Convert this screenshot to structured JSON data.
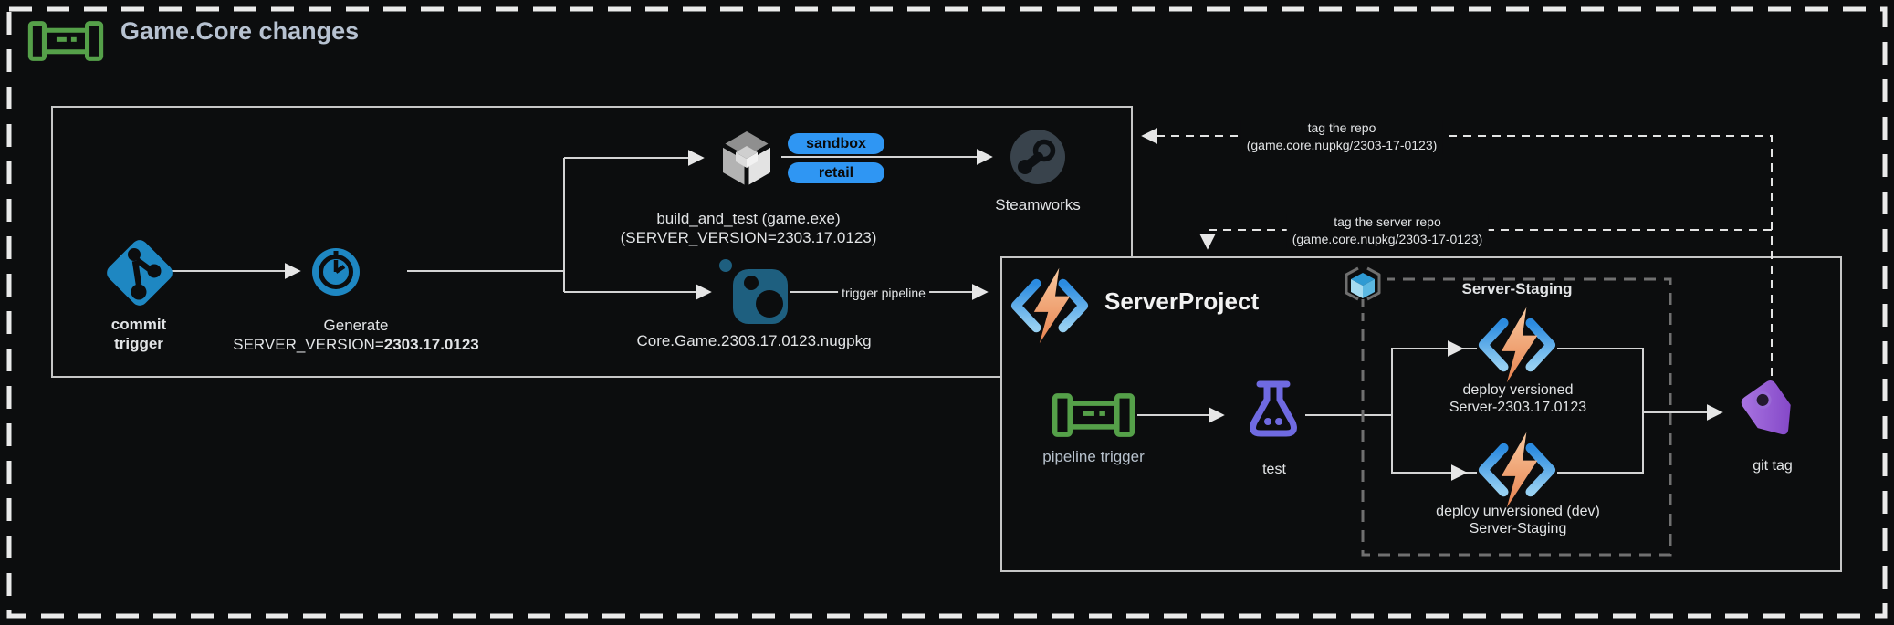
{
  "title": "Game.Core changes",
  "colors": {
    "background": "#0c0d0e",
    "box_border": "#c6c6c6",
    "dashed_outer": "#eaeaea",
    "dashed_gray": "#707070",
    "green": "#55a049",
    "blue": "#1e87c2",
    "badge_blue": "#2f96f3",
    "nuget_blue": "#1e5f7f",
    "flask_purple": "#6f6ae1",
    "tag_purple": "#8a4fd0",
    "bolt_orange": "#ee8a50",
    "bracket_blue": "#2d8fe2"
  },
  "pipeline_box": {
    "commit_trigger": {
      "line1": "commit",
      "line2": "trigger"
    },
    "generate": {
      "line1": "Generate",
      "line2_prefix": "SERVER_VERSION=",
      "line2_value": "2303.17.0123"
    },
    "build": {
      "line1": "build_and_test (game.exe)",
      "line2": "(SERVER_VERSION=2303.17.0123)",
      "badges": [
        "sandbox",
        "retail"
      ]
    },
    "steamworks_label": "Steamworks",
    "nuget_label": "Core.Game.2303.17.0123.nugpkg",
    "trigger_pipeline_label": "trigger pipeline"
  },
  "tags": {
    "tag_repo": {
      "line1": "tag the repo",
      "line2": "(game.core.nupkg/2303-17-0123)"
    },
    "tag_server_repo": {
      "line1": "tag the server repo",
      "line2": "(game.core.nupkg/2303-17-0123)"
    }
  },
  "server_project": {
    "title": "ServerProject",
    "pipeline_trigger_label": "pipeline trigger",
    "test_label": "test",
    "staging": {
      "title": "Server-Staging",
      "deploy_versioned": {
        "line1": "deploy versioned",
        "line2": "Server-2303.17.0123"
      },
      "deploy_unversioned": {
        "line1": "deploy unversioned (dev)",
        "line2": "Server-Staging"
      }
    },
    "git_tag_label": "git tag"
  }
}
